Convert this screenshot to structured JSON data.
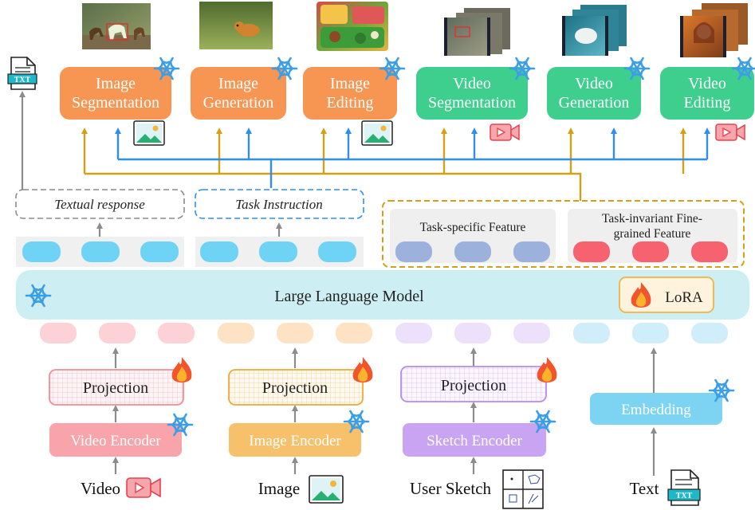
{
  "tasks": [
    {
      "line1": "Image",
      "line2": "Segmentation",
      "kind": "image"
    },
    {
      "line1": "Image",
      "line2": "Generation",
      "kind": "image"
    },
    {
      "line1": "Image",
      "line2": "Editing",
      "kind": "image"
    },
    {
      "line1": "Video",
      "line2": "Segmentation",
      "kind": "video"
    },
    {
      "line1": "Video",
      "line2": "Generation",
      "kind": "video"
    },
    {
      "line1": "Video",
      "line2": "Editing",
      "kind": "video"
    }
  ],
  "responses": {
    "textual": "Textual response",
    "instruction": "Task Instruction"
  },
  "features": {
    "specific": "Task-specific Feature",
    "invariant_line1": "Task-invariant Fine-",
    "invariant_line2": "grained Feature"
  },
  "llm": {
    "title": "Large Language Model",
    "lora": "LoRA"
  },
  "projections": [
    "Projection",
    "Projection",
    "Projection"
  ],
  "encoders": [
    "Video Encoder",
    "Image Encoder",
    "Sketch Encoder"
  ],
  "embedding": "Embedding",
  "inputs": [
    "Video",
    "Image",
    "User Sketch",
    "Text"
  ],
  "icons": {
    "txt_label": "TXT"
  },
  "colors": {
    "image_task": "#f79552",
    "video_task": "#3ecf8e",
    "llm": "#cdeef3",
    "token_blue": "#6fd3f5",
    "feature_blue": "#9cb2dc",
    "feature_red": "#f6636e",
    "arrow_gold": "#d4a017",
    "arrow_blue": "#2f8ff0",
    "arrow_gray": "#8c8c8c",
    "video_encoder": "#f8a4aa",
    "image_encoder": "#f7c06b",
    "sketch_encoder": "#c9a4f2",
    "embedding": "#7cd3f2"
  }
}
